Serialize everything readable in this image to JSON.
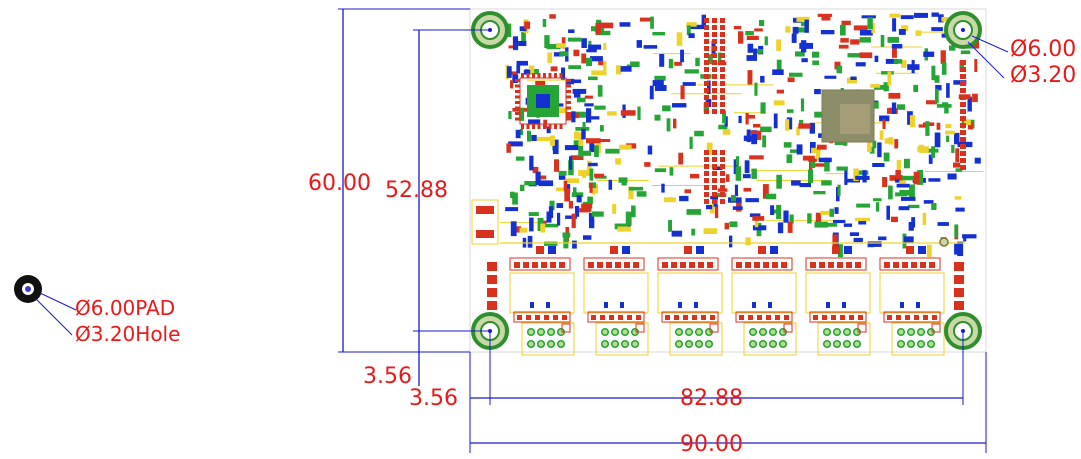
{
  "legend": {
    "pad_label": "Ø6.00PAD",
    "hole_label": "Ø3.20Hole"
  },
  "board_dims": {
    "height_outer": "60.00",
    "height_holes": "52.88",
    "offset_y": "3.56",
    "offset_x": "3.56",
    "width_holes": "82.88",
    "width_outer": "90.00",
    "pad_callout": "Ø6.00",
    "hole_callout": "Ø3.20"
  },
  "colors": {
    "dimension_text": "#e8191a",
    "dimension_line": "#1a1acc",
    "pad_ring": "#2f8f2f",
    "pad_fill": "#c9d9a6",
    "copper_red": "#d8321e",
    "copper_green": "#25a535",
    "copper_blue": "#1530d0",
    "copper_yellow": "#ecd22a"
  }
}
